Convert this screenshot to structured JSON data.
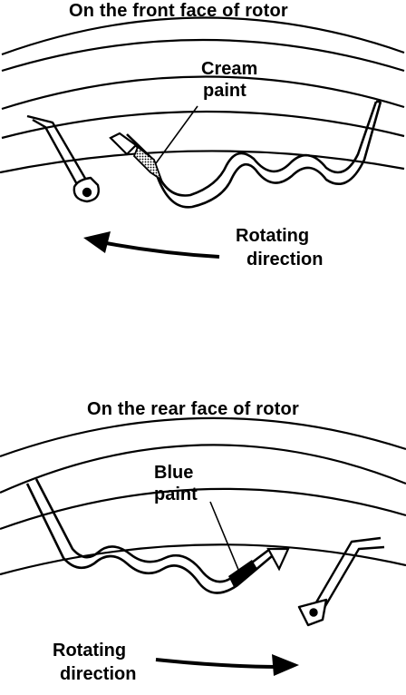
{
  "front": {
    "title": "On the front face of rotor",
    "paint_line1": "Cream",
    "paint_line2": "paint",
    "dir_line1": "Rotating",
    "dir_line2": "direction"
  },
  "rear": {
    "title": "On the rear face of rotor",
    "paint_line1": "Blue",
    "paint_line2": "paint",
    "dir_line1": "Rotating",
    "dir_line2": "direction"
  }
}
